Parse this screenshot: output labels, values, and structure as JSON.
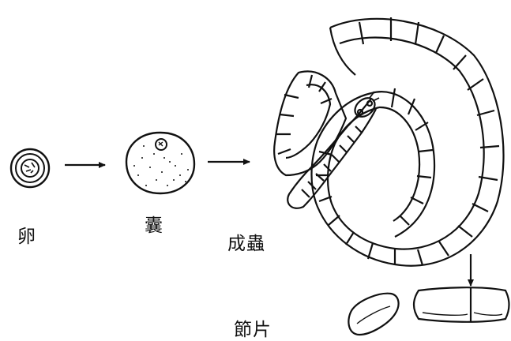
{
  "labels": {
    "egg": "卵",
    "cyst": "囊",
    "adult": "成蟲",
    "segment": "節片"
  },
  "colors": {
    "ink": "#111111",
    "background": "#ffffff"
  }
}
